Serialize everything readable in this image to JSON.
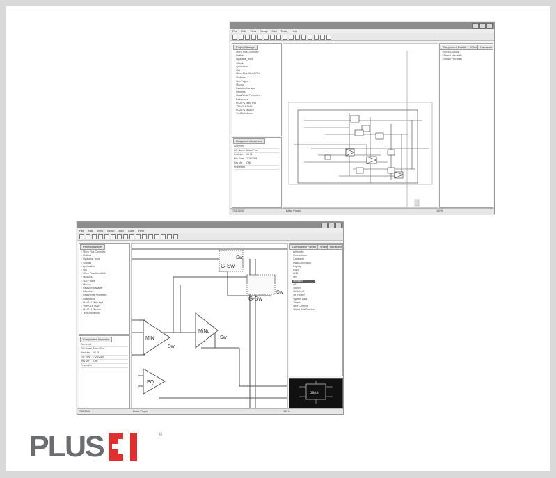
{
  "screens": [
    {
      "menu": [
        "File",
        "Edit",
        "View",
        "Setup",
        "Add",
        "Tools",
        "Help"
      ],
      "left_tab": "ProjectManager",
      "tree": [
        "Micro Plus Controller",
        "Untitled",
        "Hydrostat_mod",
        "Globals",
        "Application",
        "HW",
        "Micro Plus/MicroDCN",
        "Modules",
        "Sub Pages",
        "Macros",
        "Revision Manager",
        "Libraries",
        "Read/Write Properties",
        "Datapoints",
        "PLUS+1 Main Hyd",
        "VEHICLE MAIN",
        "PLUS+1 Module",
        "Text/Definitions"
      ],
      "inspector_tab": "Component Inspector",
      "props": [
        {
          "k": "Comment",
          "v": ""
        },
        {
          "k": "File Name",
          "v": "Micro Plus"
        },
        {
          "k": "Revision",
          "v": "00.01"
        },
        {
          "k": "File Time",
          "v": "7/25/2005"
        },
        {
          "k": "Rev Ver",
          "v": "OHL"
        },
        {
          "k": "Properties",
          "v": ""
        }
      ],
      "right_tabs": [
        "Component Palette",
        "Wires",
        "Hardware"
      ],
      "right_items": [
        "Micro Chassis",
        "Sensor Hydraulic",
        "Sensor Hydraulic"
      ],
      "status": {
        "left": "755,3600",
        "mid": "Basic Plugin",
        "right": "100%"
      }
    },
    {
      "menu": [
        "File",
        "Edit",
        "View",
        "Setup",
        "Add",
        "Tools",
        "Help"
      ],
      "left_tab": "ProjectManager",
      "tree": [
        "Micro Plus Controller",
        "Untitled",
        "Hydrostat_mod",
        "Globals",
        "Application",
        "HW",
        "Micro Plus/MicroDCN",
        "Modules",
        "Sub Pages",
        "Macros",
        "Revision Manager",
        "Libraries",
        "Read/Write Properties",
        "Datapoints",
        "PLUS+1 Main Hyd",
        "VEHICLE MAIN",
        "PLUS+1 Module",
        "Text/Definitions"
      ],
      "inspector_tab": "Component Inspector",
      "props": [
        {
          "k": "Comment",
          "v": ""
        },
        {
          "k": "File Name",
          "v": "Micro Plus"
        },
        {
          "k": "Revision",
          "v": "00.01"
        },
        {
          "k": "File Time",
          "v": "7/25/2005"
        },
        {
          "k": "Rev Ver",
          "v": "OHL"
        },
        {
          "k": "Properties",
          "v": ""
        }
      ],
      "right_tabs": [
        "Component Palette",
        "Wires",
        "Hardware"
      ],
      "right_items": [
        "Arithmetic",
        "Connections",
        "Constants",
        "Data Conversion",
        "Display",
        "Logic",
        "AND",
        "Min",
        "Multiplex",
        "OR",
        "Switch",
        "Switch_IO",
        "Sel Router",
        "System Data",
        "Timers",
        "Wire Connect",
        "Select Sub Function"
      ],
      "status": {
        "left": "755,3600",
        "mid": "Basic Plugin",
        "right": "100%"
      },
      "blocks": {
        "min": "MIN",
        "minsel": "MiNd",
        "eq": "EQ",
        "gswitch": "G-Sw",
        "sw": "Sw",
        "navmark": "pass"
      }
    }
  ],
  "logo": {
    "text": "PLUS",
    "mark": "+1",
    "reg": "®",
    "color": "#6b6d70",
    "accent": "#e02f2f"
  }
}
